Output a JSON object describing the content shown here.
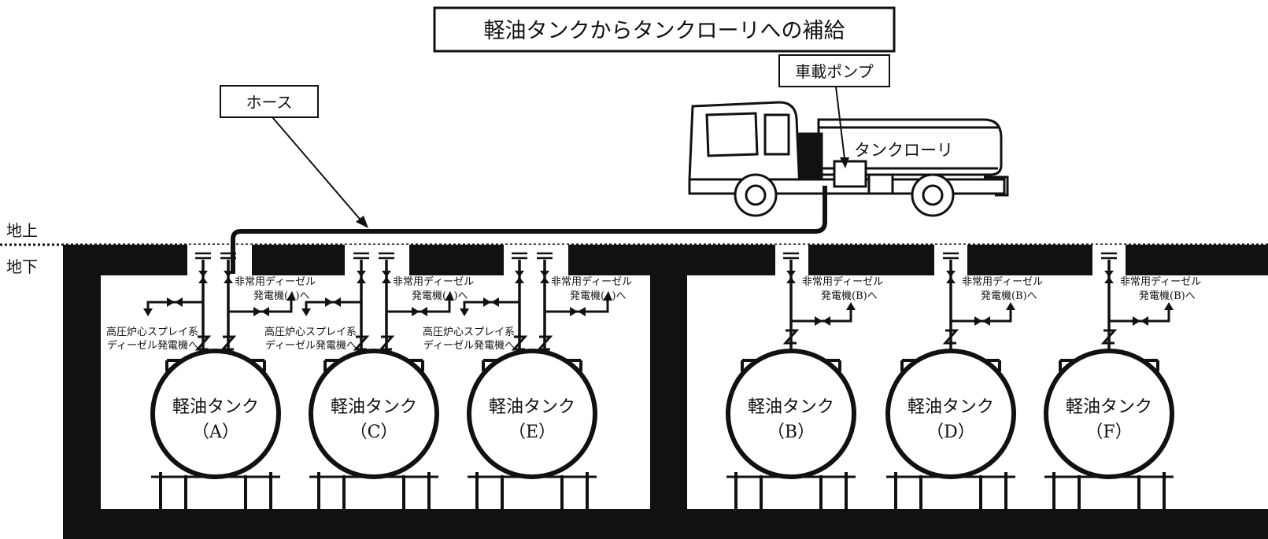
{
  "title": "軽油タンクからタンクローリへの補給",
  "labels": {
    "hose": "ホース",
    "pump": "車載ポンプ",
    "lorry": "タンクローリ",
    "above_ground": "地上",
    "below_ground": "地下"
  },
  "tank_name": "軽油タンク",
  "tanks_left": [
    {
      "id": "（A）",
      "to_edg": [
        "非常用ディーゼル",
        "発電機(A)へ"
      ],
      "to_hpcs": [
        "高圧炉心スプレイ系",
        "ディーゼル発電機へ"
      ]
    },
    {
      "id": "（C）",
      "to_edg": [
        "非常用ディーゼル",
        "発電機(A)へ"
      ],
      "to_hpcs": [
        "高圧炉心スプレイ系",
        "ディーゼル発電機へ"
      ]
    },
    {
      "id": "（E）",
      "to_edg": [
        "非常用ディーゼル",
        "発電機(A)へ"
      ],
      "to_hpcs": [
        "高圧炉心スプレイ系",
        "ディーゼル発電機へ"
      ]
    }
  ],
  "tanks_right": [
    {
      "id": "（B）",
      "to_edg": [
        "非常用ディーゼル",
        "発電機(B)へ"
      ]
    },
    {
      "id": "（D）",
      "to_edg": [
        "非常用ディーゼル",
        "発電機(B)へ"
      ]
    },
    {
      "id": "（F）",
      "to_edg": [
        "非常用ディーゼル",
        "発電機(B)へ"
      ]
    }
  ],
  "colors": {
    "ink": "#111111",
    "paper": "#ffffff"
  }
}
